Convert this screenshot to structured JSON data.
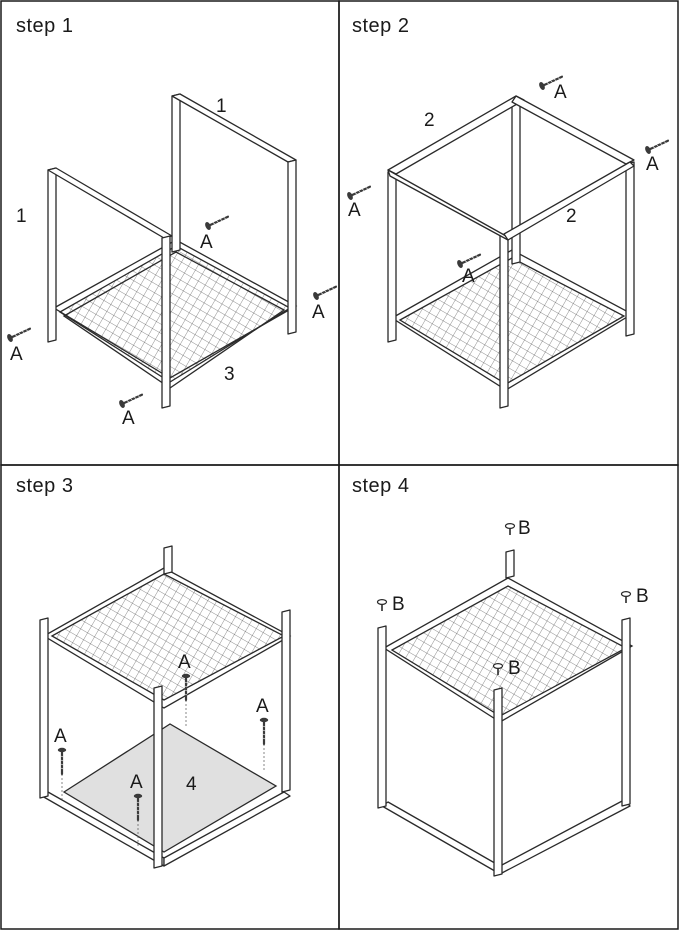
{
  "steps": [
    {
      "title": "step 1",
      "labels": {
        "side_frame_left": "1",
        "side_frame_right": "1",
        "mesh_shelf": "3"
      },
      "screw_label": "A"
    },
    {
      "title": "step 2",
      "labels": {
        "top_bar_back": "2",
        "top_bar_right": "2"
      },
      "screw_label": "A"
    },
    {
      "title": "step 3",
      "labels": {
        "bottom_panel": "4"
      },
      "screw_label": "A"
    },
    {
      "title": "step 4",
      "screw_label": "B"
    }
  ],
  "icons": {
    "screw_a": "screw-icon",
    "cap_b": "foot-cap-icon"
  }
}
